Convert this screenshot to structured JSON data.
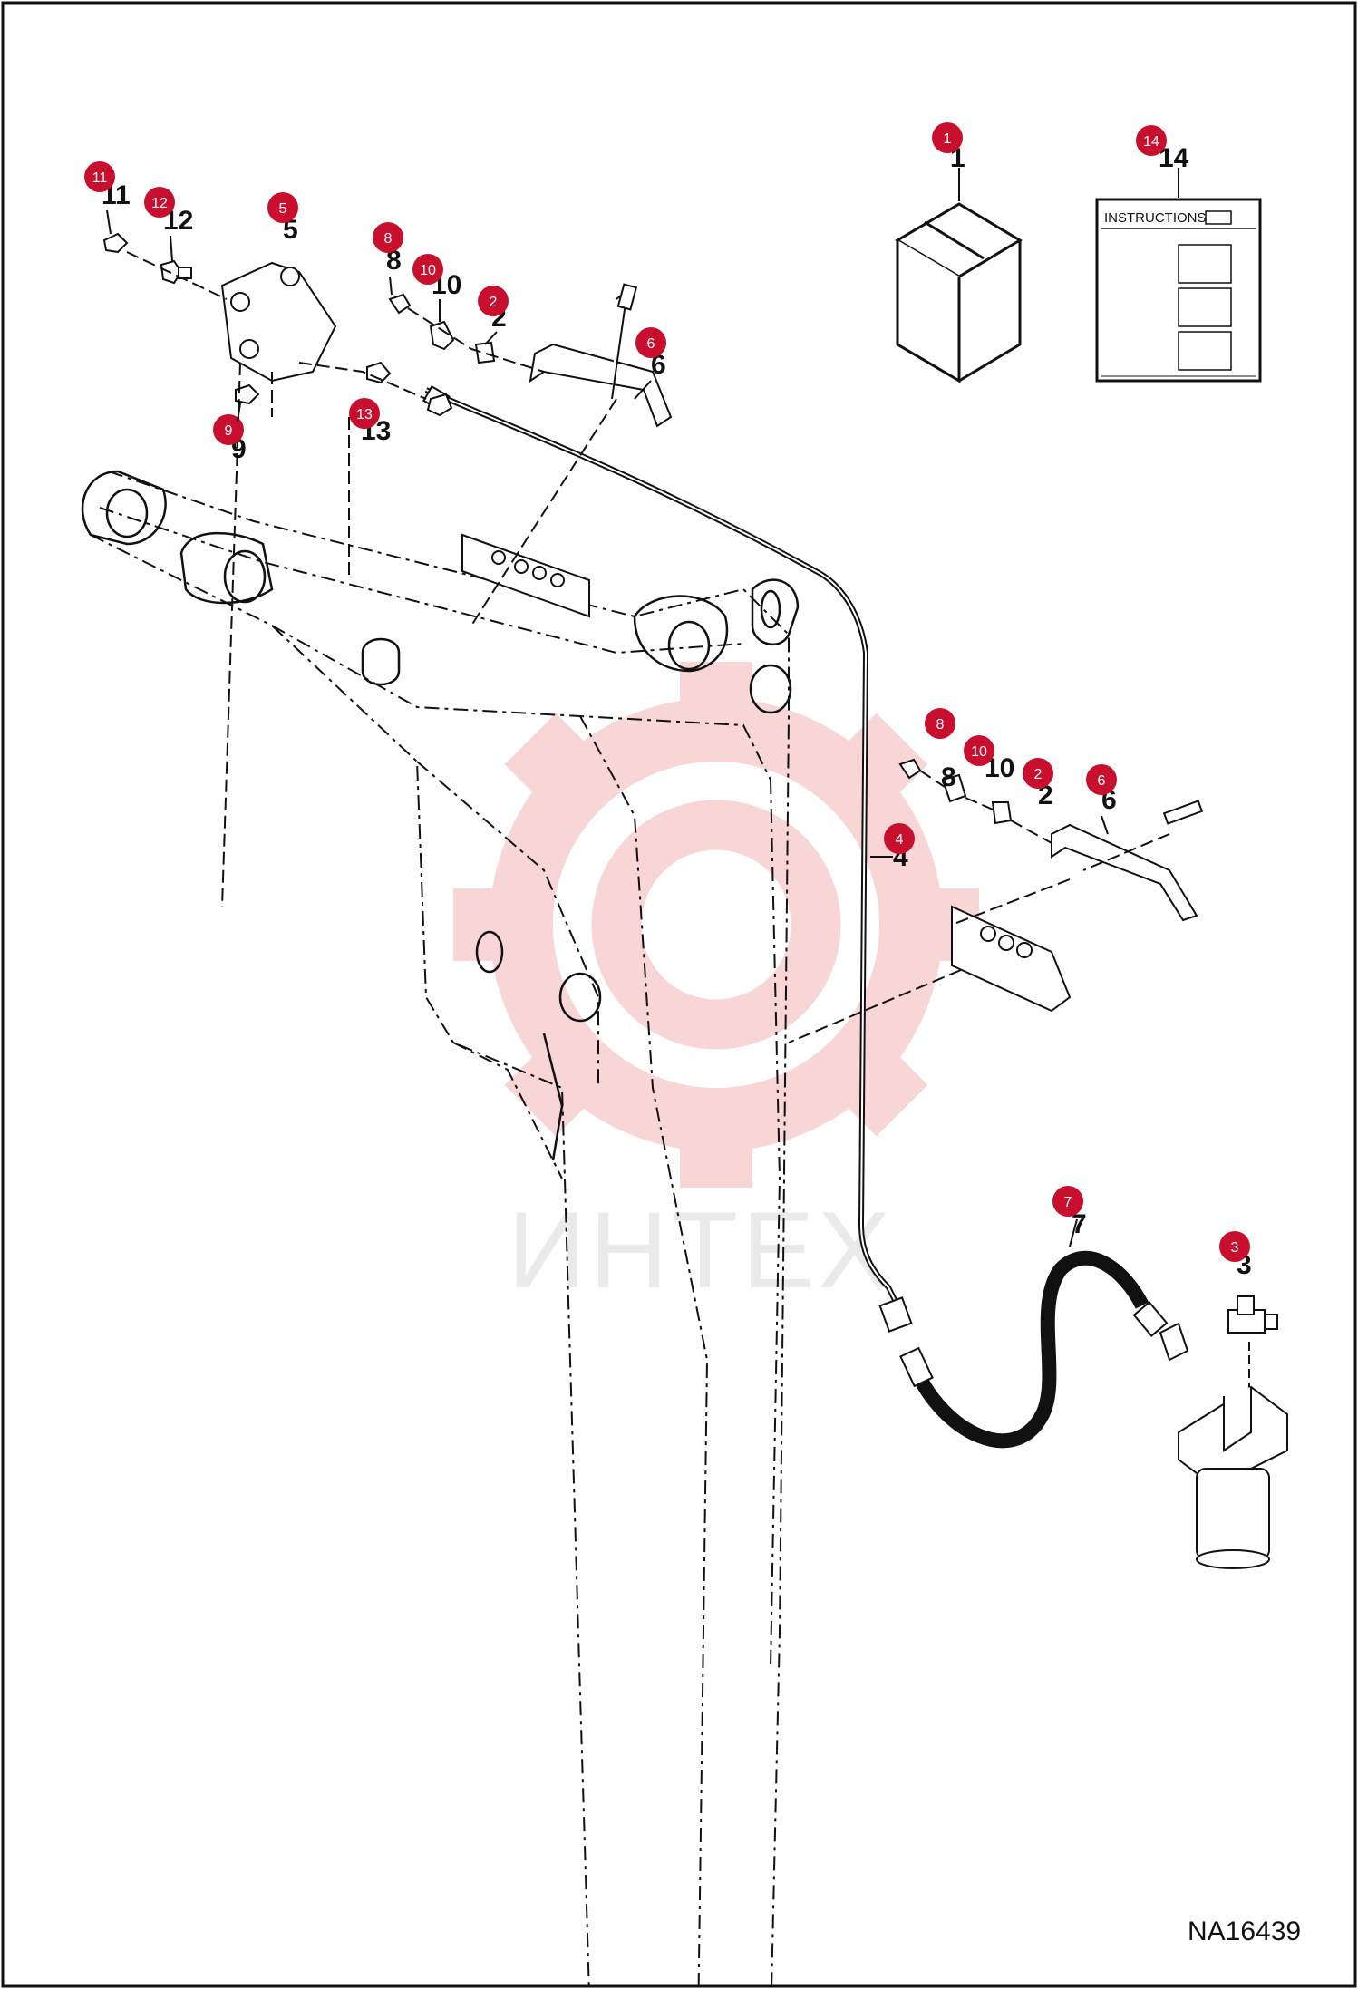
{
  "drawing": {
    "id": "NA16439",
    "instructions_heading": "INSTRUCTIONS",
    "watermark_text": "ИНТЕХ",
    "callout_color": "#c8102e",
    "line_color": "#111111"
  },
  "callouts": [
    {
      "number": "1"
    },
    {
      "number": "14"
    },
    {
      "number": "11"
    },
    {
      "number": "12"
    },
    {
      "number": "5"
    },
    {
      "number": "8"
    },
    {
      "number": "10"
    },
    {
      "number": "2"
    },
    {
      "number": "6"
    },
    {
      "number": "9"
    },
    {
      "number": "13"
    },
    {
      "number": "4"
    },
    {
      "number": "8"
    },
    {
      "number": "10"
    },
    {
      "number": "2"
    },
    {
      "number": "6"
    },
    {
      "number": "7"
    },
    {
      "number": "3"
    }
  ]
}
